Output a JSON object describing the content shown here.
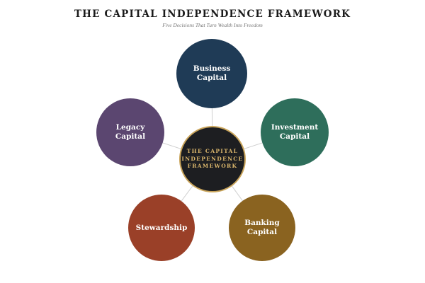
{
  "header": {
    "title": "THE CAPITAL INDEPENDENCE FRAMEWORK",
    "subtitle": "Five Decisions That Turn Wealth Into Freedom"
  },
  "center": {
    "label": "THE CAPITAL\nINDEPENDENCE\nFRAMEWORK",
    "color": "#1d1e21",
    "accent": "#c9a45a"
  },
  "nodes": [
    {
      "id": "business",
      "label": "Business\nCapital",
      "color": "#1f3b56"
    },
    {
      "id": "investment",
      "label": "Investment\nCapital",
      "color": "#2e6e5b"
    },
    {
      "id": "banking",
      "label": "Banking\nCapital",
      "color": "#8a6320"
    },
    {
      "id": "stewardship",
      "label": "Stewardship",
      "color": "#9a4028"
    },
    {
      "id": "legacy",
      "label": "Legacy\nCapital",
      "color": "#5b4670"
    }
  ]
}
